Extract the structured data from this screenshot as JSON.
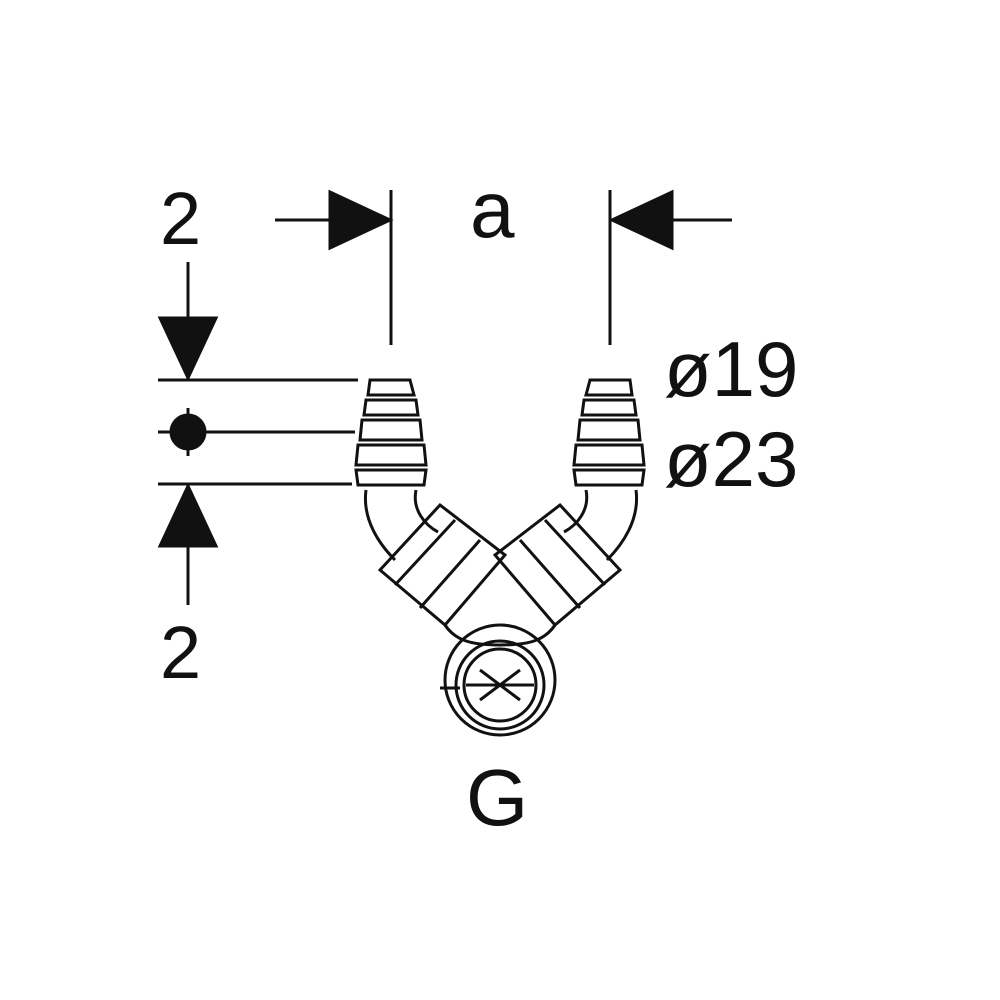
{
  "labels": {
    "top_left_dim": "2",
    "bottom_left_dim": "2",
    "spacing": "a",
    "diameter_small": "ø19",
    "diameter_large": "ø23",
    "thread": "G"
  }
}
